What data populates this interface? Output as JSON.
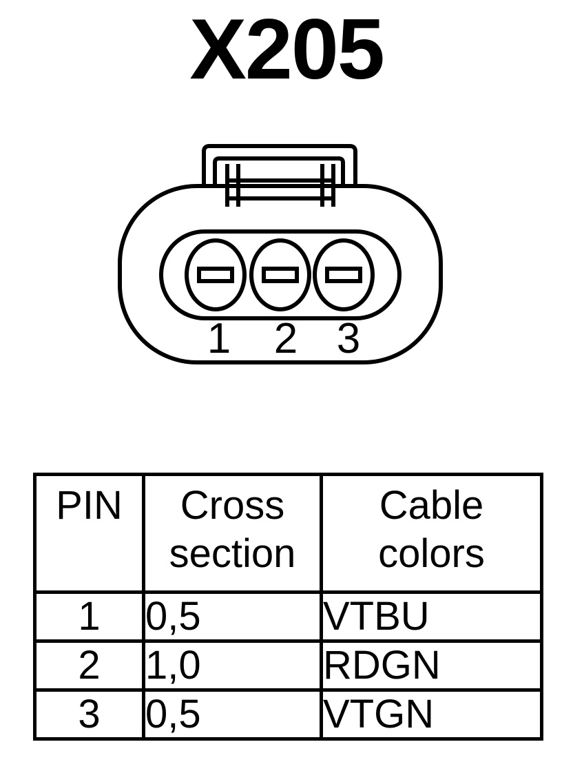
{
  "title": "X205",
  "connector": {
    "pins": [
      {
        "label": "1"
      },
      {
        "label": "2"
      },
      {
        "label": "3"
      }
    ]
  },
  "table": {
    "headers": {
      "pin": "PIN",
      "cross_line1": "Cross",
      "cross_line2": "section",
      "cable_line1": "Cable",
      "cable_line2": "colors"
    },
    "rows": [
      {
        "pin": "1",
        "cross_section": "0,5",
        "cable_colors": "VTBU"
      },
      {
        "pin": "2",
        "cross_section": "1,0",
        "cable_colors": "RDGN"
      },
      {
        "pin": "3",
        "cross_section": "0,5",
        "cable_colors": "VTGN"
      }
    ]
  }
}
